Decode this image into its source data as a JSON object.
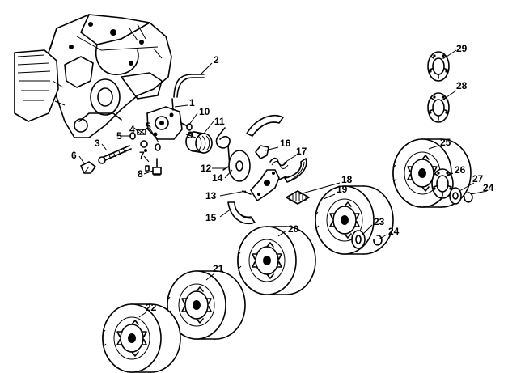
{
  "part_numbers": {
    "p1": "1",
    "p2": "2",
    "p3": "3",
    "p4": "4",
    "p5a": "5",
    "p5b": "5",
    "p6": "6",
    "p7": "7",
    "p8": "8",
    "p9": "9",
    "p10": "10",
    "p11": "11",
    "p12": "12",
    "p13": "13",
    "p14": "14",
    "p15": "15",
    "p16": "16",
    "p17": "17",
    "p18": "18",
    "p19": "19",
    "p20": "20",
    "p21": "21",
    "p22": "22",
    "p23": "23",
    "p24a": "24",
    "p24b": "24",
    "p25": "25",
    "p26": "26",
    "p27": "27",
    "p28": "28",
    "p29": "29"
  }
}
